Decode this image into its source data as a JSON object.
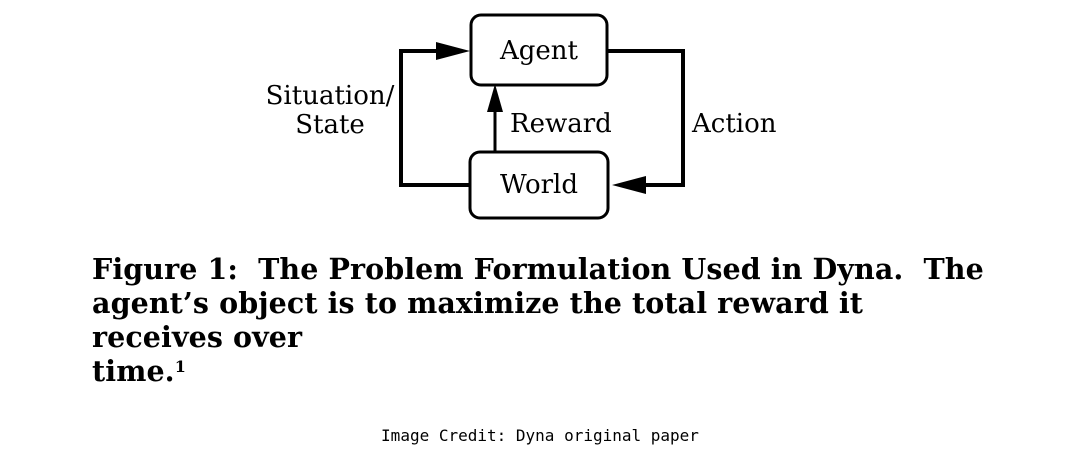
{
  "diagram": {
    "nodes": {
      "agent": "Agent",
      "world": "World"
    },
    "edges": {
      "situation_line1": "Situation/",
      "situation_line2": "State",
      "reward": "Reward",
      "action": "Action"
    }
  },
  "caption": {
    "line1": "Figure 1:  The Problem Formulation Used in Dyna.  The",
    "line2": "agent’s object is to maximize the total reward it receives over",
    "line3": "time.",
    "footnote": "1"
  },
  "credit": "Image Credit: Dyna original paper"
}
